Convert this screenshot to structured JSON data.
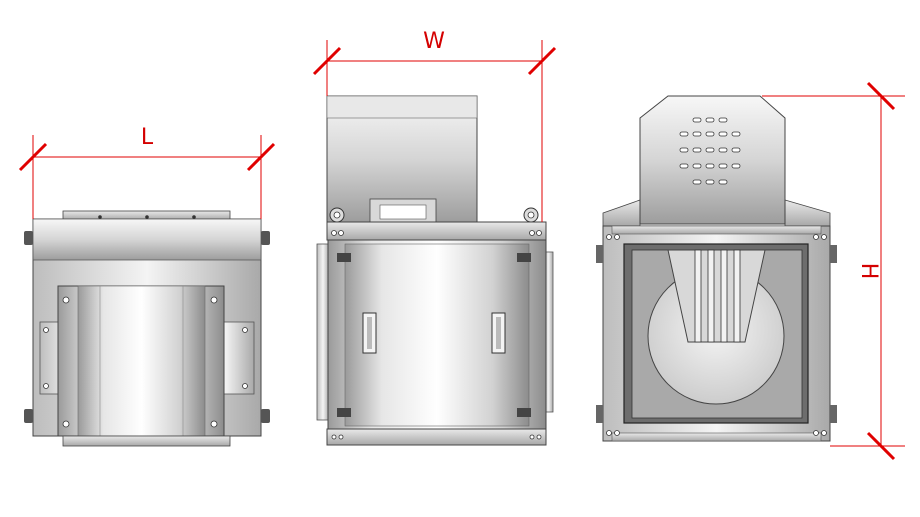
{
  "dimensions": {
    "length_label": "L",
    "width_label": "W",
    "height_label": "H"
  },
  "colors": {
    "dimension": "#e00000",
    "outline": "#333333",
    "metal_light": "#f2f2f2",
    "metal_mid": "#c8c8c8",
    "metal_dark": "#8a8a8a"
  },
  "views": [
    "side-view",
    "front-view",
    "outlet-view"
  ]
}
